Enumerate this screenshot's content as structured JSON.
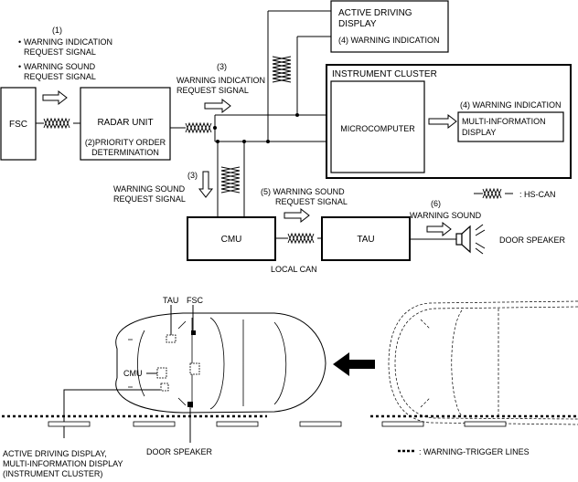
{
  "diagram": {
    "step1_label": "(1)",
    "bullet1_line1": "WARNING INDICATION",
    "bullet1_line2": "REQUEST SIGNAL",
    "bullet2_line1": "WARNING SOUND",
    "bullet2_line2": "REQUEST SIGNAL",
    "fsc": "FSC",
    "radar_unit": "RADAR UNIT",
    "priority_line1": "(2)PRIORITY ORDER",
    "priority_line2": "DETERMINATION",
    "step3a_label": "(3)",
    "step3a_line1": "WARNING INDICATION",
    "step3a_line2": "REQUEST SIGNAL",
    "step3b_label": "(3)",
    "step3b_line1": "WARNING SOUND",
    "step3b_line2": "REQUEST SIGNAL",
    "active_display_line1": "ACTIVE DRIVING",
    "active_display_line2": "DISPLAY",
    "active_display_warning": "(4) WARNING INDICATION",
    "instrument_cluster": "INSTRUMENT CLUSTER",
    "microcomputer": "MICROCOMPUTER",
    "cluster_warning": "(4) WARNING INDICATION",
    "multi_info_line1": "MULTI-INFORMATION",
    "multi_info_line2": "DISPLAY",
    "step5_line1": "(5) WARNING SOUND",
    "step5_line2": "REQUEST SIGNAL",
    "hs_can_legend": ": HS-CAN",
    "cmu": "CMU",
    "tau": "TAU",
    "local_can": "LOCAL CAN",
    "step6_label": "(6)",
    "step6_text": "WARNING SOUND",
    "door_speaker": "DOOR SPEAKER"
  },
  "vehicle_view": {
    "tau_label": "TAU",
    "fsc_label": "FSC",
    "cmu_label": "CMU",
    "display_line1": "ACTIVE DRIVING DISPLAY,",
    "display_line2": "MULTI-INFORMATION DISPLAY",
    "display_line3": "(INSTRUMENT CLUSTER)",
    "door_speaker_label": "DOOR SPEAKER",
    "legend": ": WARNING-TRIGGER LINES"
  }
}
